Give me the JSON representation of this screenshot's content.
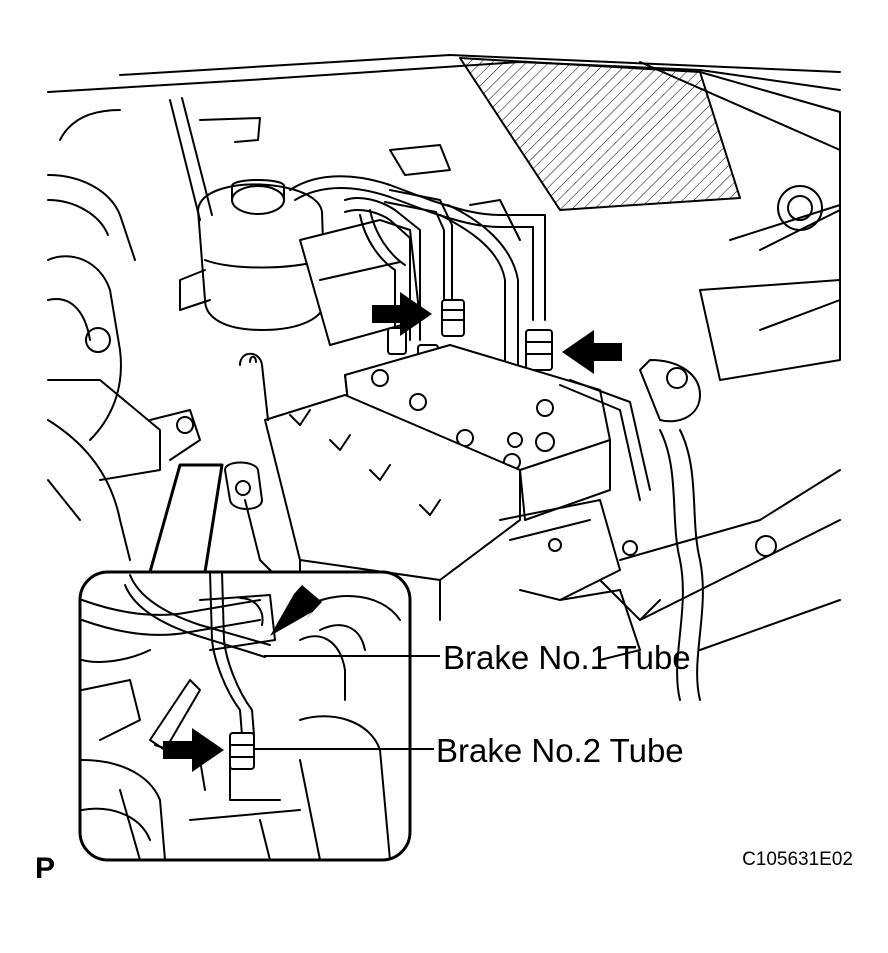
{
  "labels": {
    "brake_no1_tube": "Brake No.1 Tube",
    "brake_no2_tube": "Brake No.2 Tube"
  },
  "corner_mark": "P",
  "figure_code": "C105631E02",
  "colors": {
    "line": "#000000",
    "background": "#ffffff"
  }
}
